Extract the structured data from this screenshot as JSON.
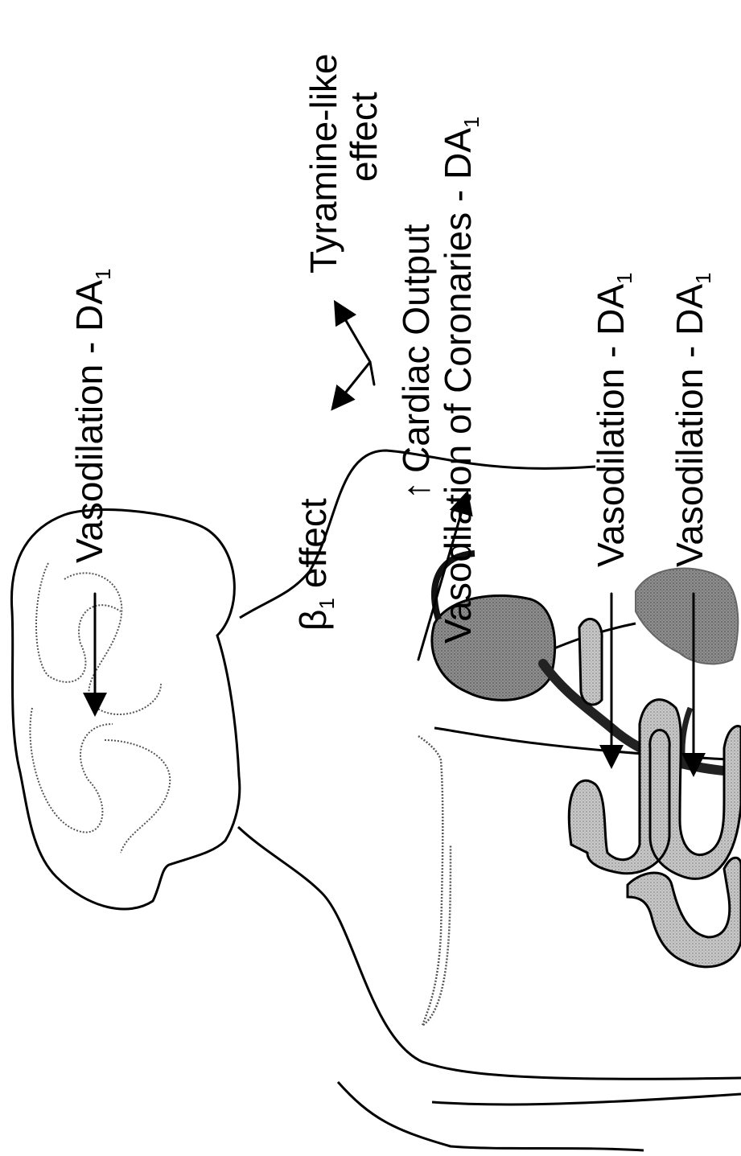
{
  "labels": {
    "brain": {
      "text": "Vasodilation - DA",
      "sub": "1"
    },
    "beta": {
      "symbol": "β",
      "sub": "1",
      "text": "effect"
    },
    "tyramine_line1": "Tyramine-like",
    "tyramine_line2": "effect",
    "cardiac_arrow": "↑",
    "cardiac_output": "Cardiac Output",
    "coronaries": {
      "text": "Vasodilation of Coronaries - DA",
      "sub": "1"
    },
    "mesenteric": {
      "text": "Vasodilation - DA",
      "sub": "1"
    },
    "renal": {
      "text": "Vasodilation - DA",
      "sub": "1"
    }
  },
  "colors": {
    "ink": "#000000",
    "organ_fill": "#b8b8b8",
    "kidney_fill": "#9a9a9a",
    "background": "#ffffff"
  }
}
